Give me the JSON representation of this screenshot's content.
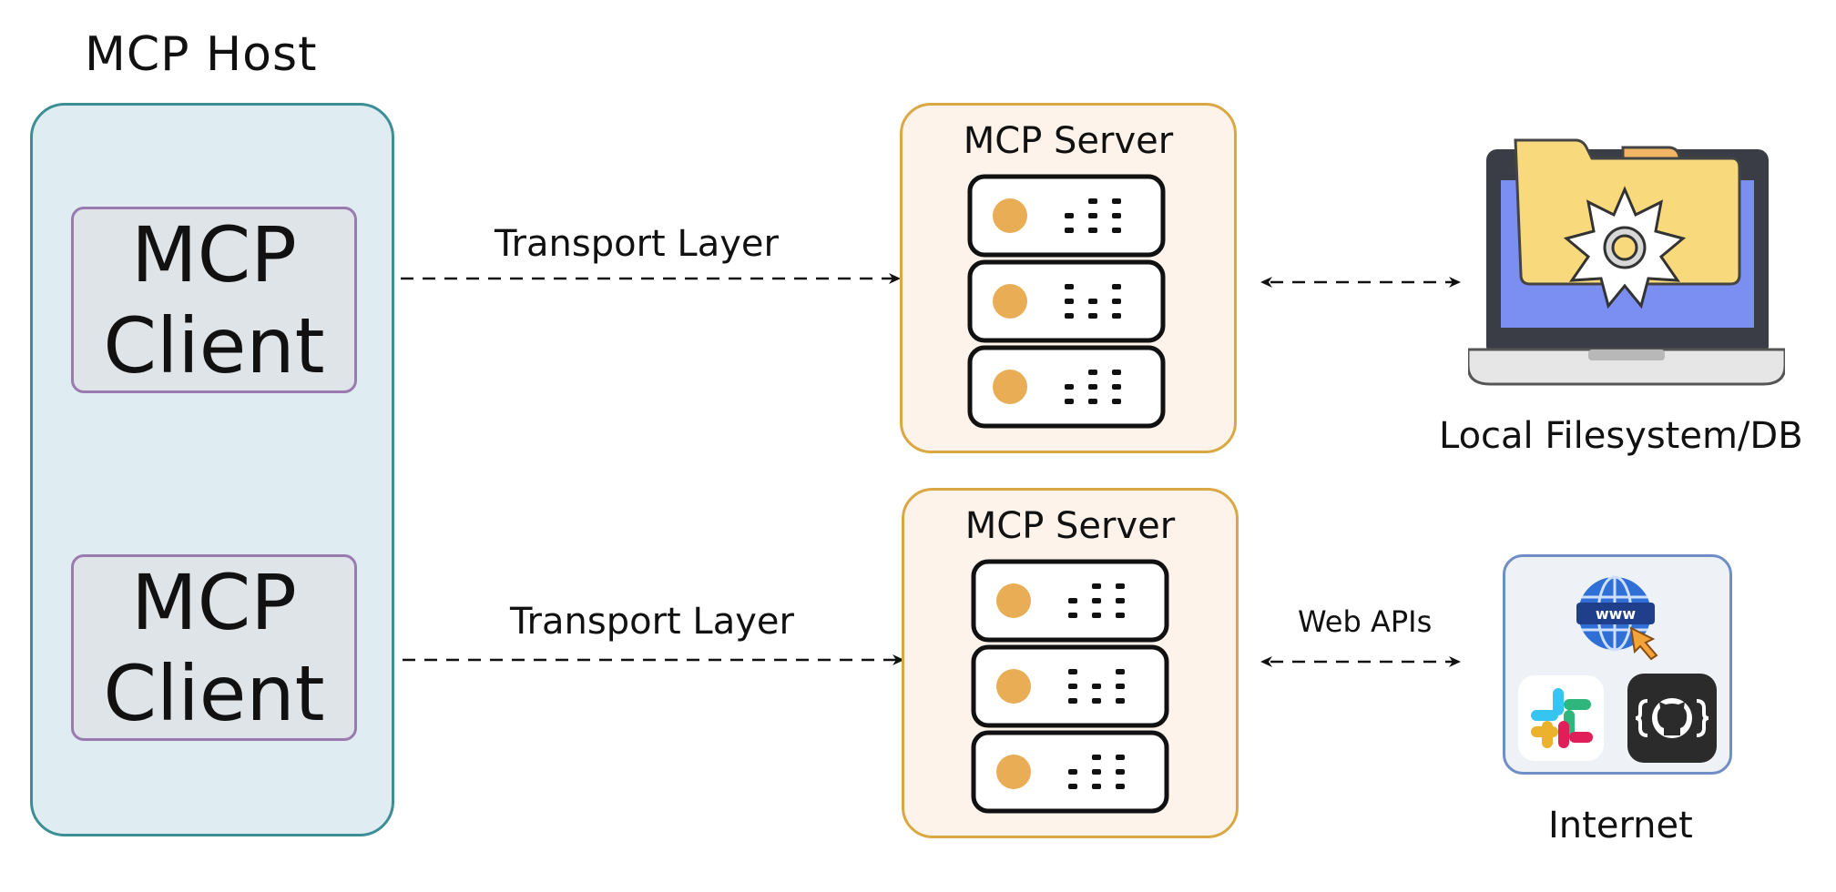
{
  "host": {
    "title": "MCP Host",
    "clients": [
      {
        "label_line1": "MCP",
        "label_line2": "Client"
      },
      {
        "label_line1": "MCP",
        "label_line2": "Client"
      }
    ]
  },
  "connections": [
    {
      "label": "Transport Layer"
    },
    {
      "label": "Transport Layer"
    }
  ],
  "servers": [
    {
      "title": "MCP Server"
    },
    {
      "title": "MCP Server"
    }
  ],
  "resources": {
    "local": {
      "label": "Local Filesystem/DB"
    },
    "internet": {
      "label": "Internet",
      "link_label": "Web APIs",
      "globe_text": "www"
    }
  },
  "colors": {
    "host_fill": "#dfecf1",
    "host_border": "#3d8e95",
    "client_border": "#9a7bb0",
    "server_fill": "#fdf3ea",
    "server_border": "#d9a842",
    "server_led": "#e8ad55"
  },
  "icons": [
    "server-rack-icon",
    "laptop-folder-gear-icon",
    "globe-www-icon",
    "slack-icon",
    "github-icon"
  ]
}
